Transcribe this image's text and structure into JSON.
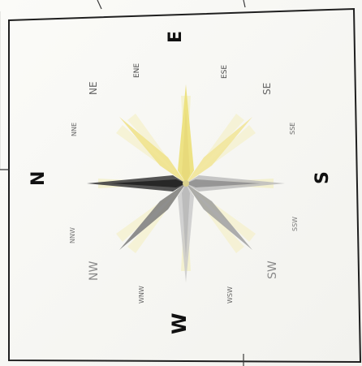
{
  "compass": {
    "labels": {
      "north": "N",
      "east": "E",
      "south": "S",
      "west": "W",
      "nnw": "NNW",
      "nw": "NW",
      "wnw": "WNW",
      "wsw": "WSW",
      "sw": "SW",
      "ssw": "SSW",
      "sse": "SSE",
      "se": "SE",
      "ese": "ESE",
      "ene": "ENE",
      "ne": "NE",
      "nne": "NNE"
    },
    "colors": {
      "paper": "#f7f7f3",
      "frame": "#1f1f1f",
      "fold": "#c9c9c4",
      "text": "#333333",
      "cardinal": "#0f0f0f",
      "yellow": "#efe07f",
      "yellow_light": "#f6efb7",
      "gray_dark": "#4b4b4b",
      "gray_mid": "#8a8a8a",
      "gray_light": "#cfcfca"
    }
  }
}
